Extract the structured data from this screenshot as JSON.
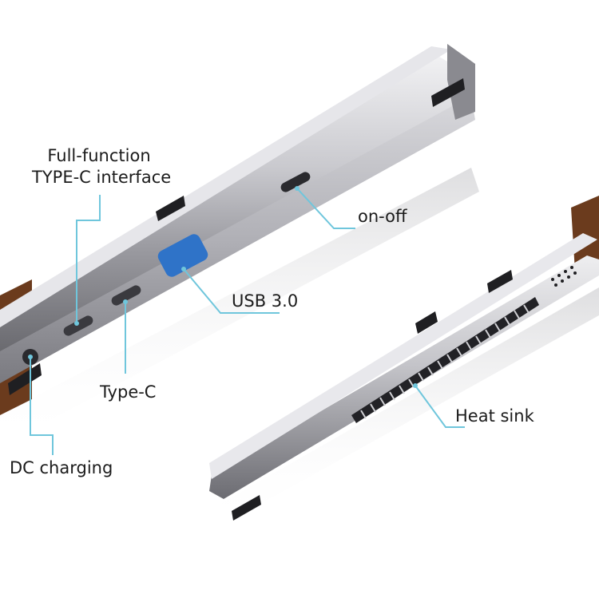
{
  "labels": {
    "full_function_line1": "Full-function",
    "full_function_line2": "TYPE-C interface",
    "on_off": "on-off",
    "usb": "USB 3.0",
    "type_c": "Type-C",
    "dc_charging": "DC charging",
    "heat_sink": "Heat sink"
  },
  "colors": {
    "callout_line": "#6fc6dc",
    "background": "#ffffff",
    "usb_port": "#2f73c8",
    "leather": "#6b3b1d"
  }
}
